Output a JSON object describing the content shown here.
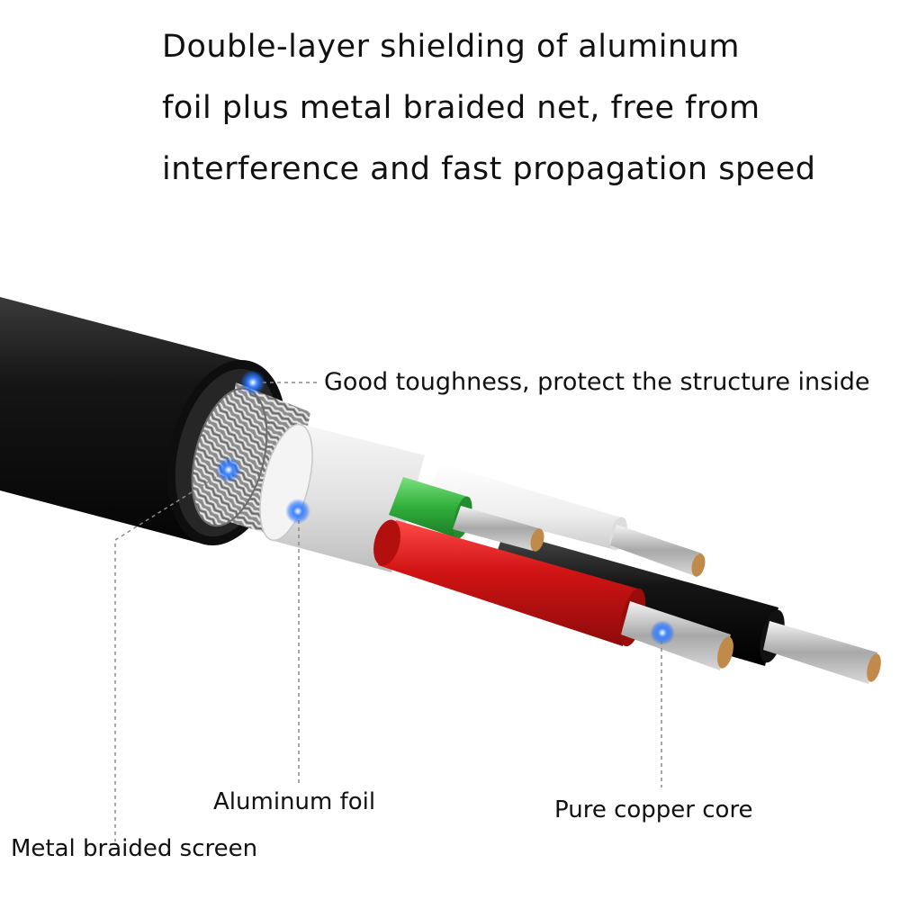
{
  "headline": {
    "line1": "Double-layer shielding of aluminum",
    "line2": "foil plus metal braided net, free from",
    "line3": "interference and fast propagation speed"
  },
  "callouts": {
    "jacket": "Good toughness, protect the structure inside",
    "braid": "Metal braided screen",
    "foil": "Aluminum foil",
    "core": "Pure copper core"
  },
  "colors": {
    "jacket": "#1a1a1a",
    "foil": "#e6e6e6",
    "wire_green": "#2fae3a",
    "wire_white": "#f2f2f2",
    "wire_black": "#151515",
    "wire_red": "#d11414",
    "copper": "#c08a4a",
    "marker": "#1e6bff"
  }
}
